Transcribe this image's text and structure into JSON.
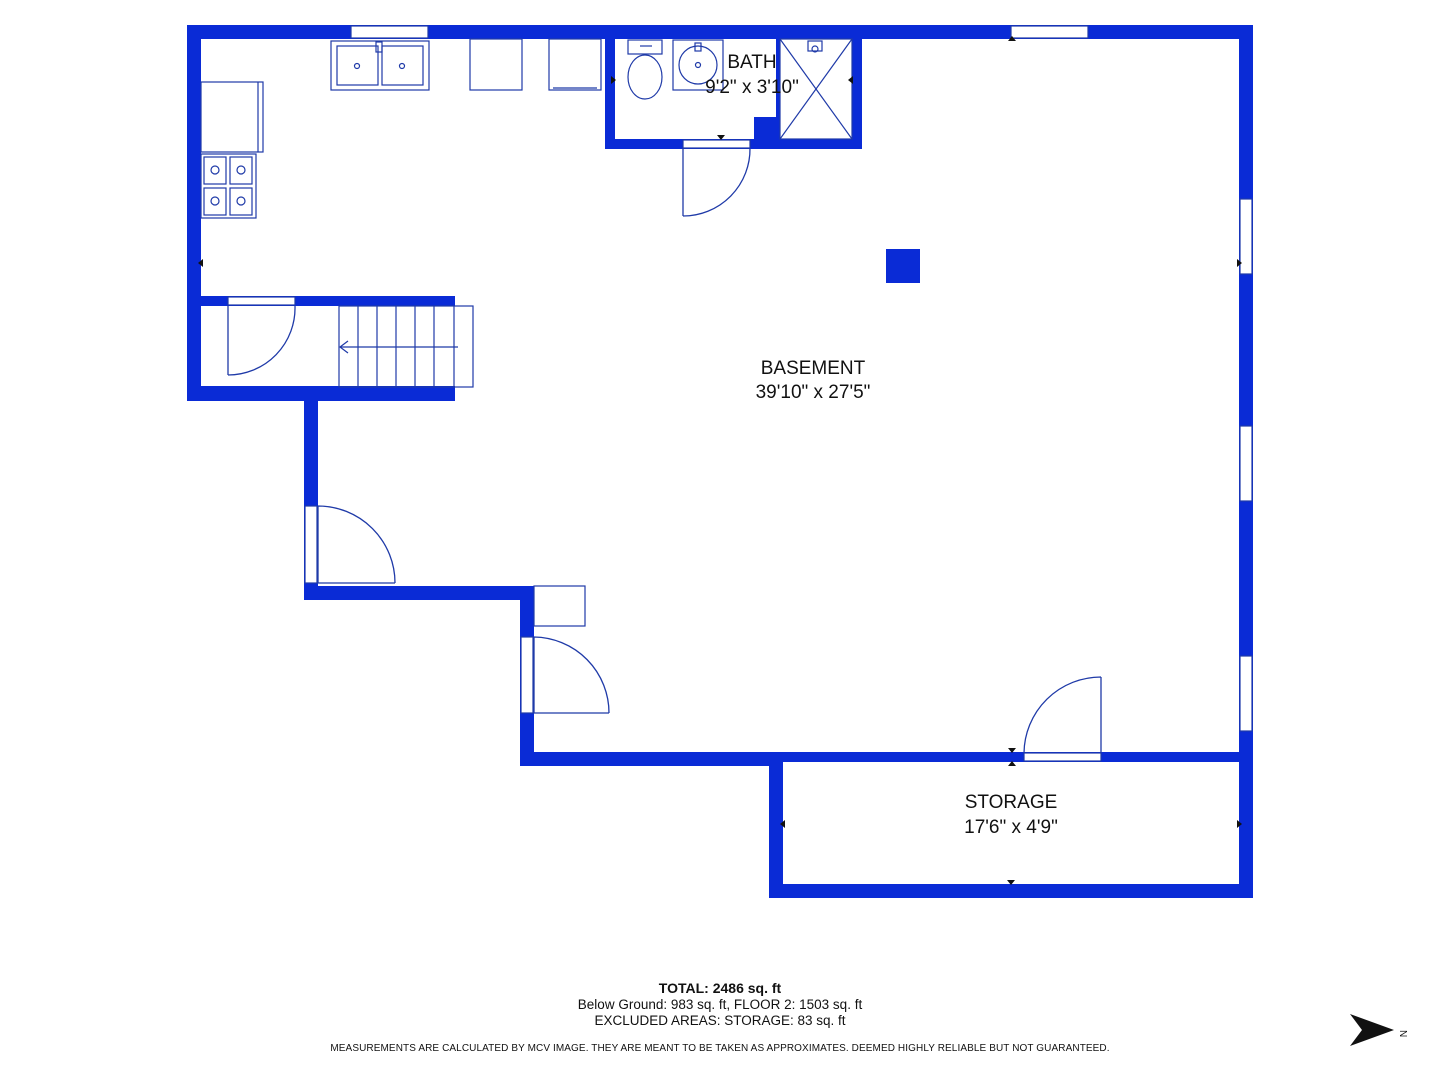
{
  "colors": {
    "wall": "#0a2bd6",
    "fixture": "#1f3aa8",
    "text": "#111111",
    "background": "#ffffff"
  },
  "rooms": {
    "bath": {
      "name": "BATH",
      "dims": "9'2\" x 3'10\""
    },
    "basement": {
      "name": "BASEMENT",
      "dims": "39'10\" x 27'5\""
    },
    "storage": {
      "name": "STORAGE",
      "dims": "17'6\" x 4'9\""
    }
  },
  "footer": {
    "total": "TOTAL: 2486 sq. ft",
    "line1": "Below Ground: 983 sq. ft, FLOOR 2: 1503 sq. ft",
    "line2": "EXCLUDED AREAS: STORAGE: 83 sq. ft",
    "disclaimer": "MEASUREMENTS ARE CALCULATED BY MCV IMAGE. THEY ARE MEANT TO BE TAKEN AS APPROXIMATES. DEEMED HIGHLY RELIABLE BUT NOT GUARANTEED."
  },
  "compass": {
    "icon": "north-arrow-icon",
    "label": "N"
  }
}
